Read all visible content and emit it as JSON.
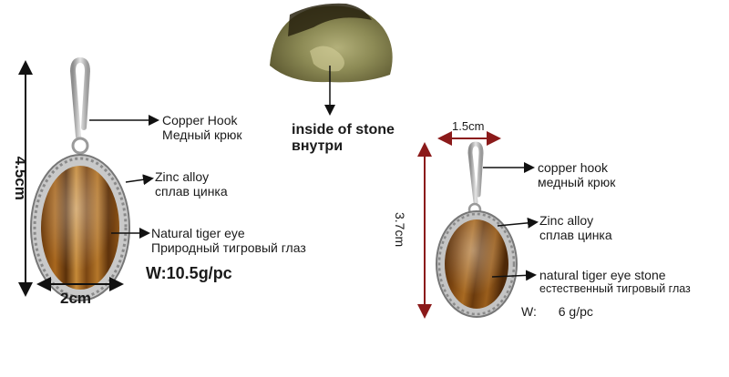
{
  "dimensions": {
    "left_height": "4.5cm",
    "left_width": "2cm",
    "right_height": "3.7cm",
    "right_width": "1.5cm"
  },
  "left_earring": {
    "hook_en": "Copper Hook",
    "hook_ru": "Медный крюк",
    "alloy_en": "Zinc alloy",
    "alloy_ru": "сплав цинка",
    "stone_en": "Natural tiger eye",
    "stone_ru": "Природный тигровый глаз",
    "weight": "W:10.5g/pc"
  },
  "inside_stone": {
    "label_en": "inside of stone",
    "label_ru": "внутри"
  },
  "right_earring": {
    "hook_en": "copper hook",
    "hook_ru": "медный крюк",
    "alloy_en": "Zinc alloy",
    "alloy_ru": "сплав цинка",
    "stone_en": "natural tiger eye stone",
    "stone_ru": "естественный тигровый глаз",
    "weight_label": "W:",
    "weight_value": "6 g/pc"
  },
  "colors": {
    "arrow_dark": "#111111",
    "arrow_red": "#8b1a1a",
    "stone_brown": "#8a5418",
    "stone_gold": "#c98e3a",
    "silver": "#b9b9b9"
  }
}
